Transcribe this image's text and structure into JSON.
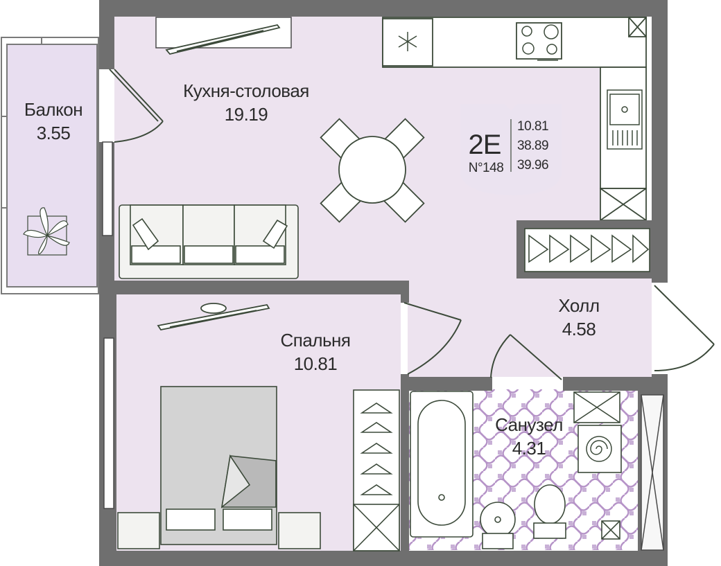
{
  "colors": {
    "wall": "#6f6f6f",
    "room_fill": "#ede3ef",
    "balcony_fill": "#e8def0",
    "furniture_fill": "#f3f3f1",
    "furniture_stroke": "#3c4a3a",
    "tile_accent": "#b694c8",
    "badge_fill": "#ebe3f0"
  },
  "rooms": {
    "kitchen": {
      "name": "Кухня-столовая",
      "area": "19.19"
    },
    "balcony": {
      "name": "Балкон",
      "area": "3.55"
    },
    "bedroom": {
      "name": "Спальня",
      "area": "10.81"
    },
    "hall": {
      "name": "Холл",
      "area": "4.58"
    },
    "bathroom": {
      "name": "Санузел",
      "area": "4.31"
    }
  },
  "badge": {
    "code": "2E",
    "number": "N°148",
    "areas": [
      "10.81",
      "38.89",
      "39.96"
    ]
  },
  "icons": {
    "plant": "plant-icon",
    "fridge": "snowflake-icon",
    "stove": "cooktop-icon",
    "sink": "sink-icon",
    "washer": "washer-icon"
  }
}
